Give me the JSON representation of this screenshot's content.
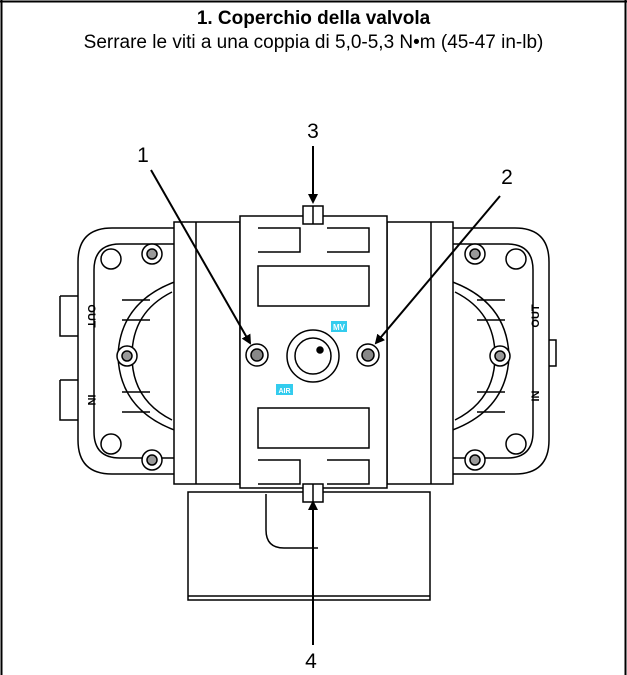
{
  "header": {
    "title": "1. Coperchio della valvola",
    "subtitle": "Serrare le viti a una coppia di 5,0-5,3 N•m (45-47 in-lb)"
  },
  "callouts": [
    "1",
    "2",
    "3",
    "4"
  ],
  "pump_labels": {
    "left_out": "OUT",
    "left_in": "IN",
    "right_out": "OUT",
    "right_in": "IN",
    "tag_top": "MV",
    "tag_bottom": "AIR"
  },
  "colors": {
    "line": "#000000",
    "tag": "#33ccee",
    "background": "#ffffff"
  }
}
